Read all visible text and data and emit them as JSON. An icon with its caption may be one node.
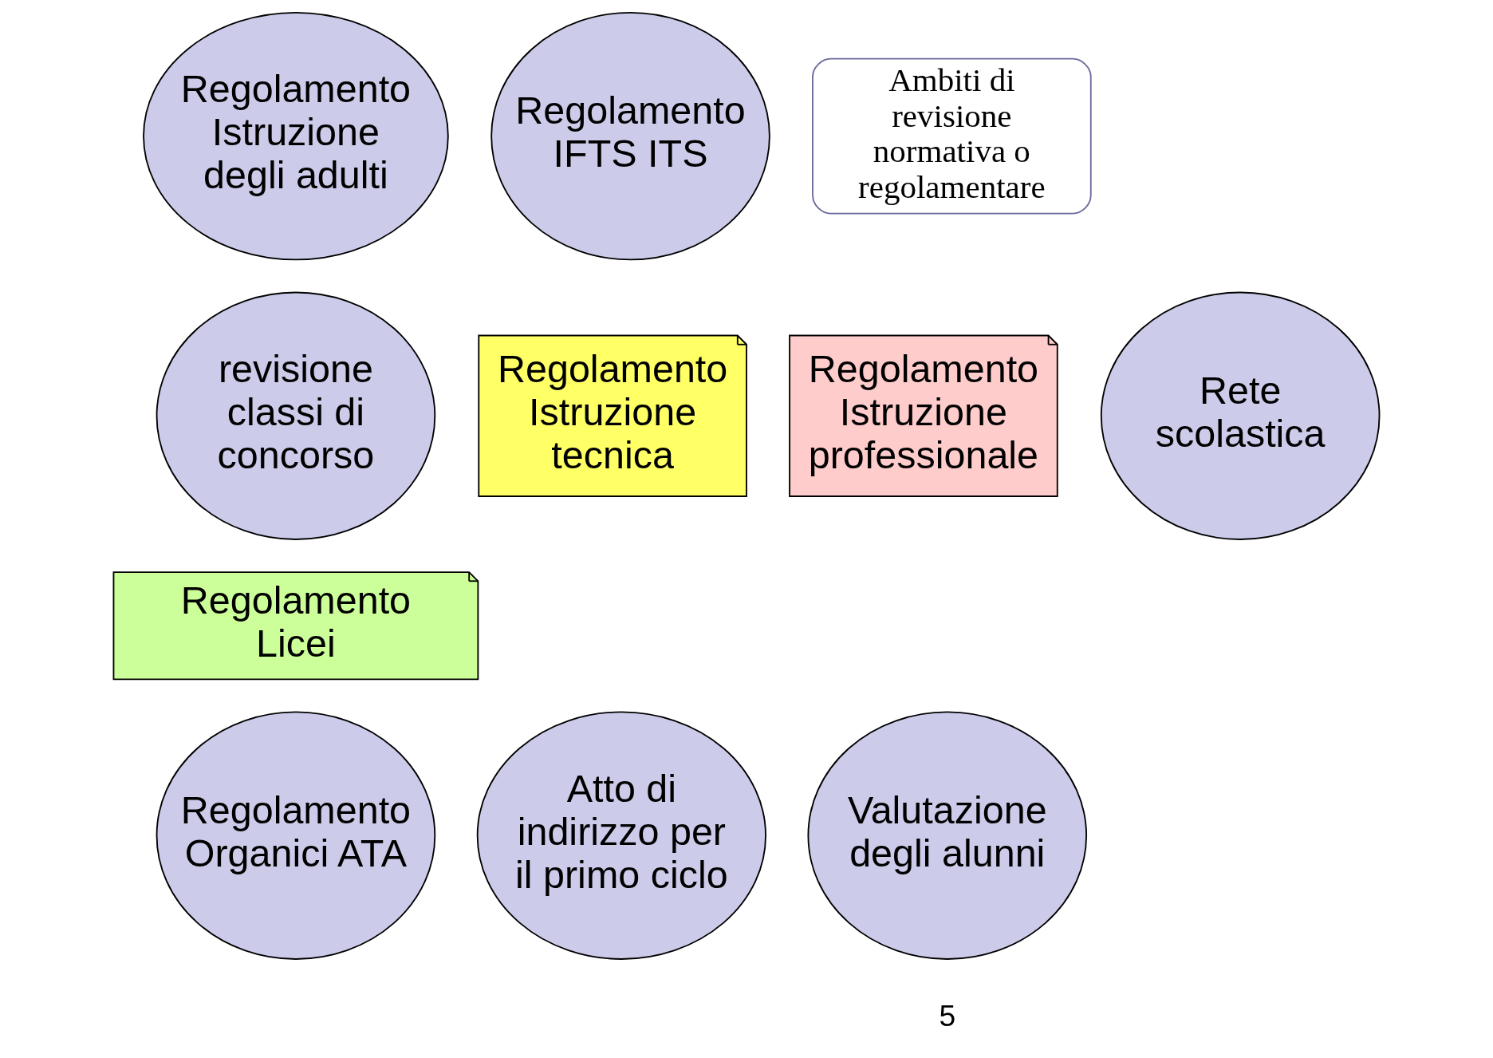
{
  "diagram": {
    "nodes": [
      {
        "text": [
          "Regolamento Istruzione degli adulti"
        ]
      },
      {
        "text": [
          "Regolamento IFTS ITS"
        ]
      },
      {
        "text": [
          "Ambiti di revisione normativa o regolamentare"
        ]
      },
      {
        "text": [
          "revisione classi di concorso"
        ]
      },
      {
        "text": [
          "Regolamento Istruzione tecnica"
        ]
      },
      {
        "text": [
          "Regolamento Istruzione professionale"
        ]
      },
      {
        "text": [
          "Rete scolastica"
        ]
      },
      {
        "text": [
          "Regolamento Licei"
        ]
      },
      {
        "text": [
          "Regolamento Organici ATA"
        ]
      },
      {
        "text": [
          "Atto di indirizzo per il primo ciclo"
        ]
      },
      {
        "text": [
          "Valutazione degli alunni"
        ]
      }
    ],
    "edges": [],
    "labels": [
      "5"
    ]
  }
}
